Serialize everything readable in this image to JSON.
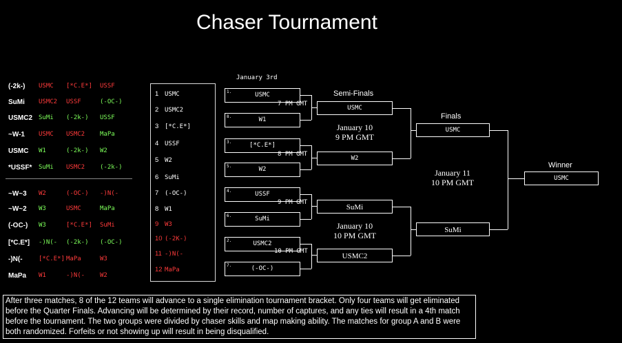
{
  "title": "Chaser Tournament",
  "records": {
    "group_a": [
      {
        "team": "(-2k-)",
        "matches": [
          {
            "t": "USMC",
            "c": "red"
          },
          {
            "t": "[*C.E*]",
            "c": "red"
          },
          {
            "t": "USSF",
            "c": "red"
          }
        ]
      },
      {
        "team": "SuMi",
        "matches": [
          {
            "t": "USMC2",
            "c": "red"
          },
          {
            "t": "USSF",
            "c": "red"
          },
          {
            "t": "(-OC-)",
            "c": "green"
          }
        ]
      },
      {
        "team": "USMC2",
        "matches": [
          {
            "t": "SuMi",
            "c": "green"
          },
          {
            "t": "(-2k-)",
            "c": "green"
          },
          {
            "t": "USSF",
            "c": "green"
          }
        ]
      },
      {
        "team": "~W-1",
        "matches": [
          {
            "t": "USMC",
            "c": "red"
          },
          {
            "t": "USMC2",
            "c": "red"
          },
          {
            "t": "MaPa",
            "c": "green"
          }
        ]
      },
      {
        "team": "USMC",
        "matches": [
          {
            "t": "W1",
            "c": "green"
          },
          {
            "t": "(-2k-)",
            "c": "green"
          },
          {
            "t": "W2",
            "c": "green"
          }
        ]
      },
      {
        "team": "*USSF*",
        "matches": [
          {
            "t": "SuMi",
            "c": "green"
          },
          {
            "t": "USMC2",
            "c": "red"
          },
          {
            "t": "(-2k-)",
            "c": "green"
          }
        ]
      }
    ],
    "group_b": [
      {
        "team": "~W~3",
        "matches": [
          {
            "t": "W2",
            "c": "red"
          },
          {
            "t": "(-OC-)",
            "c": "red"
          },
          {
            "t": "-)N(-",
            "c": "red"
          }
        ]
      },
      {
        "team": "~W~2",
        "matches": [
          {
            "t": "W3",
            "c": "green"
          },
          {
            "t": "USMC",
            "c": "red"
          },
          {
            "t": "MaPa",
            "c": "green"
          }
        ]
      },
      {
        "team": "(-OC-)",
        "matches": [
          {
            "t": "W3",
            "c": "green"
          },
          {
            "t": "[*C.E*]",
            "c": "red"
          },
          {
            "t": "SuMi",
            "c": "red"
          }
        ]
      },
      {
        "team": "[*C.E*]",
        "matches": [
          {
            "t": "-)N(-",
            "c": "green"
          },
          {
            "t": "(-2k-)",
            "c": "green"
          },
          {
            "t": "(-OC-)",
            "c": "green"
          }
        ]
      },
      {
        "team": "-)N(-",
        "matches": [
          {
            "t": "[*C.E*]",
            "c": "red"
          },
          {
            "t": "MaPa",
            "c": "red"
          },
          {
            "t": "W3",
            "c": "red"
          }
        ]
      },
      {
        "team": "MaPa",
        "matches": [
          {
            "t": "W1",
            "c": "red"
          },
          {
            "t": "-)N(-",
            "c": "red"
          },
          {
            "t": "W2",
            "c": "red"
          }
        ]
      }
    ]
  },
  "seeds": [
    {
      "n": "1",
      "t": "USMC",
      "c": "white"
    },
    {
      "n": "2",
      "t": "USMC2",
      "c": "white"
    },
    {
      "n": "3",
      "t": "[*C.E*]",
      "c": "white"
    },
    {
      "n": "4",
      "t": "USSF",
      "c": "white"
    },
    {
      "n": "5",
      "t": "W2",
      "c": "white"
    },
    {
      "n": "6",
      "t": "SuMi",
      "c": "white"
    },
    {
      "n": "7",
      "t": "(-OC-)",
      "c": "white"
    },
    {
      "n": "8",
      "t": "W1",
      "c": "white"
    },
    {
      "n": "9",
      "t": "W3",
      "c": "red"
    },
    {
      "n": "10",
      "t": "(-2K-)",
      "c": "red"
    },
    {
      "n": "11",
      "t": "-)N(-",
      "c": "red"
    },
    {
      "n": "12",
      "t": "MaPa",
      "c": "red"
    }
  ],
  "qf_header": "January 3rd",
  "quarterfinals": [
    {
      "a": {
        "seed": "1.",
        "team": "USMC"
      },
      "b": {
        "seed": "8.",
        "team": "W1"
      },
      "time": "7 PM GMT"
    },
    {
      "a": {
        "seed": "3.",
        "team": "[*C.E*]"
      },
      "b": {
        "seed": "5.",
        "team": "W2"
      },
      "time": "8 PM GMT"
    },
    {
      "a": {
        "seed": "4.",
        "team": "USSF"
      },
      "b": {
        "seed": "6.",
        "team": "SuMi"
      },
      "time": "9 PM GMT"
    },
    {
      "a": {
        "seed": "2.",
        "team": "USMC2"
      },
      "b": {
        "seed": "7.",
        "team": "(-OC-)"
      },
      "time": "10 PM GMT"
    }
  ],
  "semis_header": "Semi-Finals",
  "semis": [
    {
      "team": "USMC"
    },
    {
      "team": "W2"
    },
    {
      "team": "SuMi"
    },
    {
      "team": "USMC2"
    }
  ],
  "semis_info_1": {
    "line1": "January 10",
    "line2": "9 PM GMT"
  },
  "semis_info_2": {
    "line1": "January 10",
    "line2": "10 PM GMT"
  },
  "finals_header": "Finals",
  "finals": [
    {
      "team": "USMC"
    },
    {
      "team": "SuMi"
    }
  ],
  "finals_info": {
    "line1": "January 11",
    "line2": "10 PM GMT"
  },
  "winner_header": "Winner",
  "winner": "USMC",
  "description": "After three matches, 8 of the 12 teams will advance to a single elimination tournament bracket. Only four teams will get eliminated before the Quarter Finals. Advancing will be determined by their record, number of captures, and any ties will result in a 4th match before the tournament. The two groups were divided by chaser skills and map making ability. The matches for group A and B were both randomized. Forfeits or not showing up will result in being disqualified."
}
